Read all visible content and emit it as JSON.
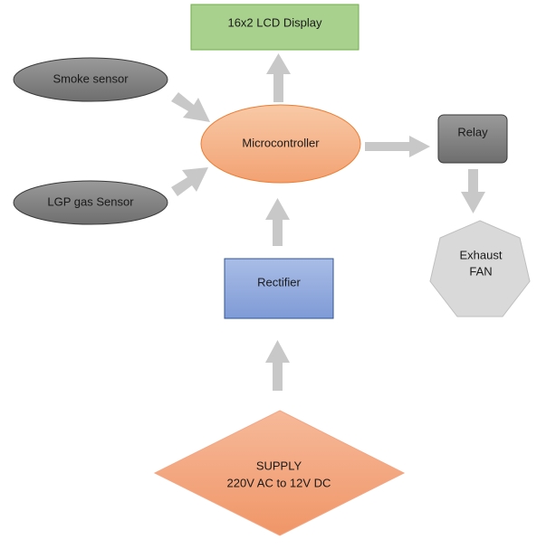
{
  "nodes": {
    "lcd": {
      "label": "16x2 LCD Display",
      "color": "#a9d18e"
    },
    "smoke": {
      "label": "Smoke sensor",
      "color": "#7f7f7f"
    },
    "lpg": {
      "label": "LGP gas Sensor",
      "color": "#7f7f7f"
    },
    "mcu": {
      "label": "Microcontroller",
      "color": "#f4b183"
    },
    "relay": {
      "label": "Relay",
      "color": "#7f7f7f"
    },
    "fan": {
      "line1": "Exhaust",
      "line2": "FAN",
      "color": "#d9d9d9"
    },
    "rectifier": {
      "label": "Rectifier",
      "color": "#8fa8dc"
    },
    "supply": {
      "line1": "SUPPLY",
      "line2": "220V AC to 12V DC",
      "color": "#f4a582"
    }
  },
  "arrow_color": "#c8c8c8"
}
